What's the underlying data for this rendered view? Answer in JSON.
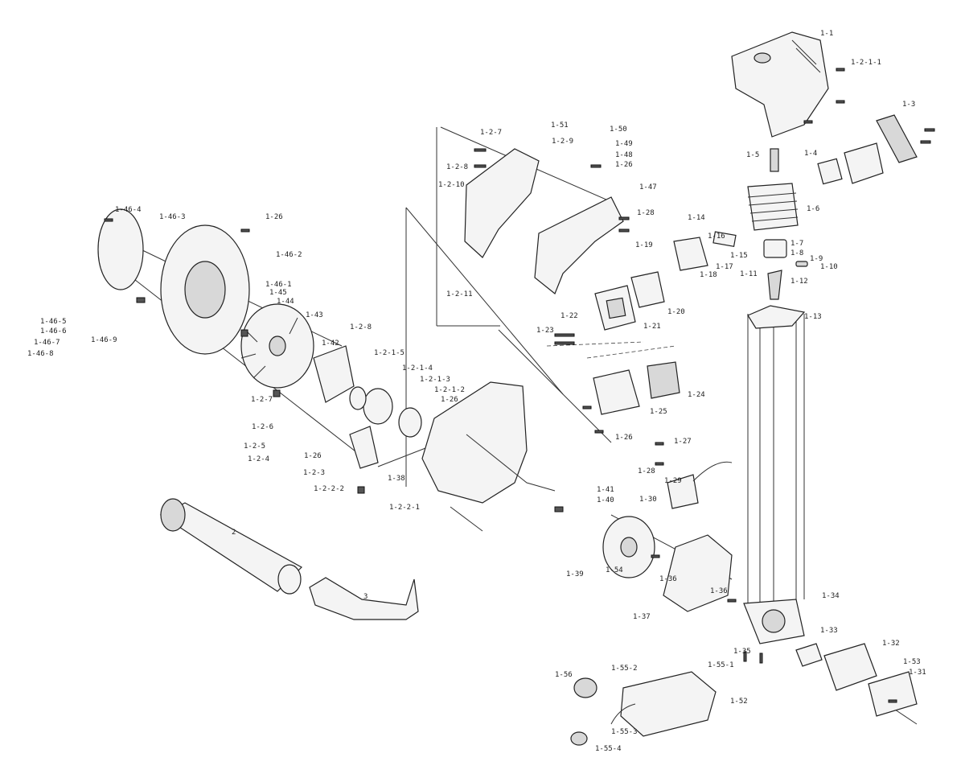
{
  "labels": {
    "p_1_1": "1-1",
    "p_1_2_1_1": "1-2-1-1",
    "p_1_3": "1-3",
    "p_1_4": "1-4",
    "p_1_5": "1-5",
    "p_1_6": "1-6",
    "p_1_7": "1-7",
    "p_1_8": "1-8",
    "p_1_9": "1-9",
    "p_1_10": "1-10",
    "p_1_11": "1-11",
    "p_1_12": "1-12",
    "p_1_13": "1-13",
    "p_1_14": "1-14",
    "p_1_15": "1-15",
    "p_1_16": "1-16",
    "p_1_17": "1-17",
    "p_1_18": "1-18",
    "p_1_19": "1-19",
    "p_1_20": "1-20",
    "p_1_21": "1-21",
    "p_1_22": "1-22",
    "p_1_23": "1-23",
    "p_1_24": "1-24",
    "p_1_25": "1-25",
    "p_1_26a": "1-26",
    "p_1_26b": "1-26",
    "p_1_26c": "1-26",
    "p_1_26d": "1-26",
    "p_1_26e": "1-26",
    "p_1_27": "1-27",
    "p_1_28": "1-28",
    "p_1_28b": "1-28",
    "p_1_29": "1-29",
    "p_1_30": "1-30",
    "p_1_31": "1-31",
    "p_1_32": "1-32",
    "p_1_33": "1-33",
    "p_1_34": "1-34",
    "p_1_35": "1-35",
    "p_1_36": "1-36",
    "p_1_36b": "1-36",
    "p_1_37": "1-37",
    "p_1_38": "1-38",
    "p_1_39": "1-39",
    "p_1_40": "1-40",
    "p_1_41": "1-41",
    "p_1_42": "1-42",
    "p_1_43": "1-43",
    "p_1_44": "1-44",
    "p_1_45": "1-45",
    "p_1_46_1": "1-46-1",
    "p_1_46_2": "1-46-2",
    "p_1_46_3": "1-46-3",
    "p_1_46_4": "1-46-4",
    "p_1_46_5": "1-46-5",
    "p_1_46_6": "1-46-6",
    "p_1_46_7": "1-46-7",
    "p_1_46_8": "1-46-8",
    "p_1_46_9": "1-46-9",
    "p_1_47": "1-47",
    "p_1_48": "1-48",
    "p_1_49": "1-49",
    "p_1_50": "1-50",
    "p_1_51": "1-51",
    "p_1_52": "1-52",
    "p_1_53": "1-53",
    "p_1_54": "1-54",
    "p_1_55_1": "1-55-1",
    "p_1_55_2": "1-55-2",
    "p_1_55_3": "1-55-3",
    "p_1_55_4": "1-55-4",
    "p_1_56": "1-56",
    "p_1_2_2_1": "1-2-2-1",
    "p_1_2_2_2": "1-2-2-2",
    "p_1_2_3": "1-2-3",
    "p_1_2_4": "1-2-4",
    "p_1_2_5": "1-2-5",
    "p_1_2_6": "1-2-6",
    "p_1_2_7": "1-2-7",
    "p_1_2_7b": "1-2-7",
    "p_1_2_8": "1-2-8",
    "p_1_2_8b": "1-2-8",
    "p_1_2_9": "1-2-9",
    "p_1_2_10": "1-2-10",
    "p_1_2_11": "1-2-11",
    "p_1_2_1_2": "1-2-1-2",
    "p_1_2_1_3": "1-2-1-3",
    "p_1_2_1_4": "1-2-1-4",
    "p_1_2_1_5": "1-2-1-5",
    "p_2": "2",
    "p_3": "3"
  }
}
